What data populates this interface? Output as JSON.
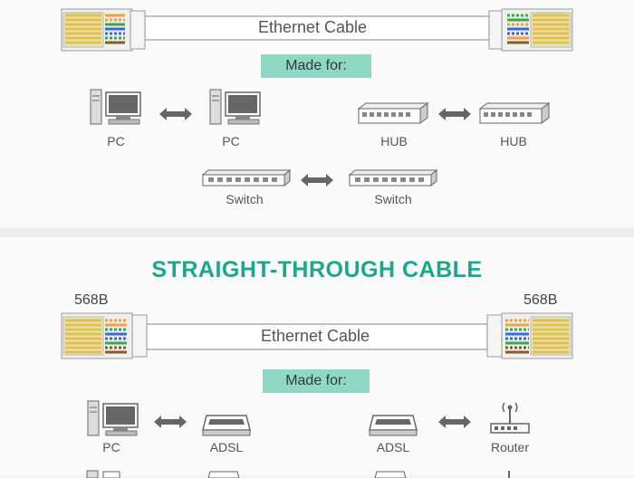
{
  "top": {
    "cable_label": "Ethernet Cable",
    "made_for": "Made for:",
    "devices": [
      "PC",
      "PC",
      "HUB",
      "HUB",
      "Switch",
      "Switch"
    ]
  },
  "bottom": {
    "title": "STRAIGHT-THROUGH CABLE",
    "standard_left": "568B",
    "standard_right": "568B",
    "cable_label": "Ethernet Cable",
    "made_for": "Made for:",
    "devices": [
      "PC",
      "ADSL",
      "ADSL",
      "Router"
    ]
  },
  "colors": {
    "accent": "#19a98a",
    "made_for_bg": "#8fd8c5",
    "connector_pin": "#e2c14a",
    "wire_orange": "#f0a040",
    "wire_green": "#3aa84a",
    "wire_blue": "#3a6ad0",
    "wire_brown": "#8a5a2a"
  }
}
